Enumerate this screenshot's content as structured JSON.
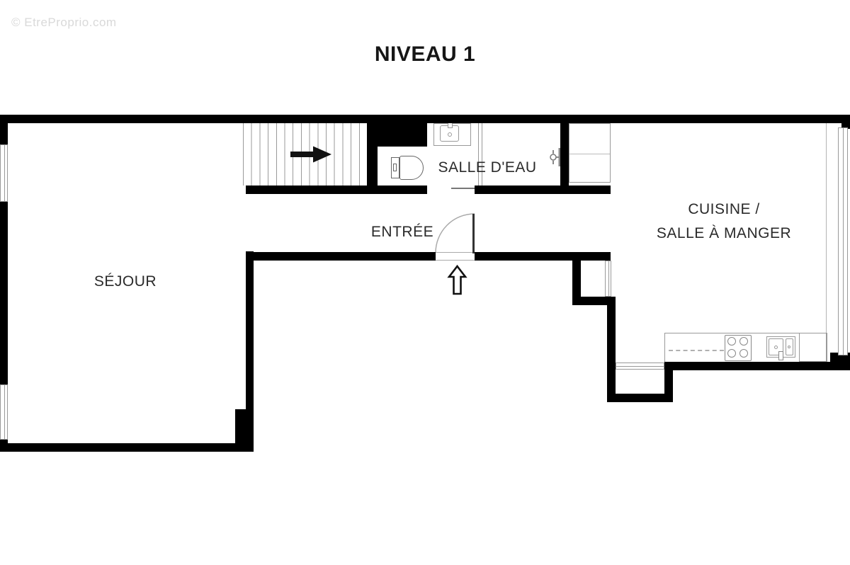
{
  "watermark": "© EtreProprio.com",
  "title": "NIVEAU 1",
  "rooms": {
    "sejour": "SÉJOUR",
    "entree": "ENTRÉE",
    "salle_deau": "SALLE D'EAU",
    "cuisine_line1": "CUISINE /",
    "cuisine_line2": "SALLE À MANGER"
  },
  "symbols": {
    "stairs_direction_arrow": "right-arrow",
    "entrance_arrow": "up-arrow",
    "entry_door": "quarter-circle-door-swing"
  },
  "colors": {
    "background": "#ffffff",
    "wall": "#000000",
    "fixture_line": "#999999",
    "label": "#2a2a2a",
    "watermark": "#d9d9d9"
  }
}
